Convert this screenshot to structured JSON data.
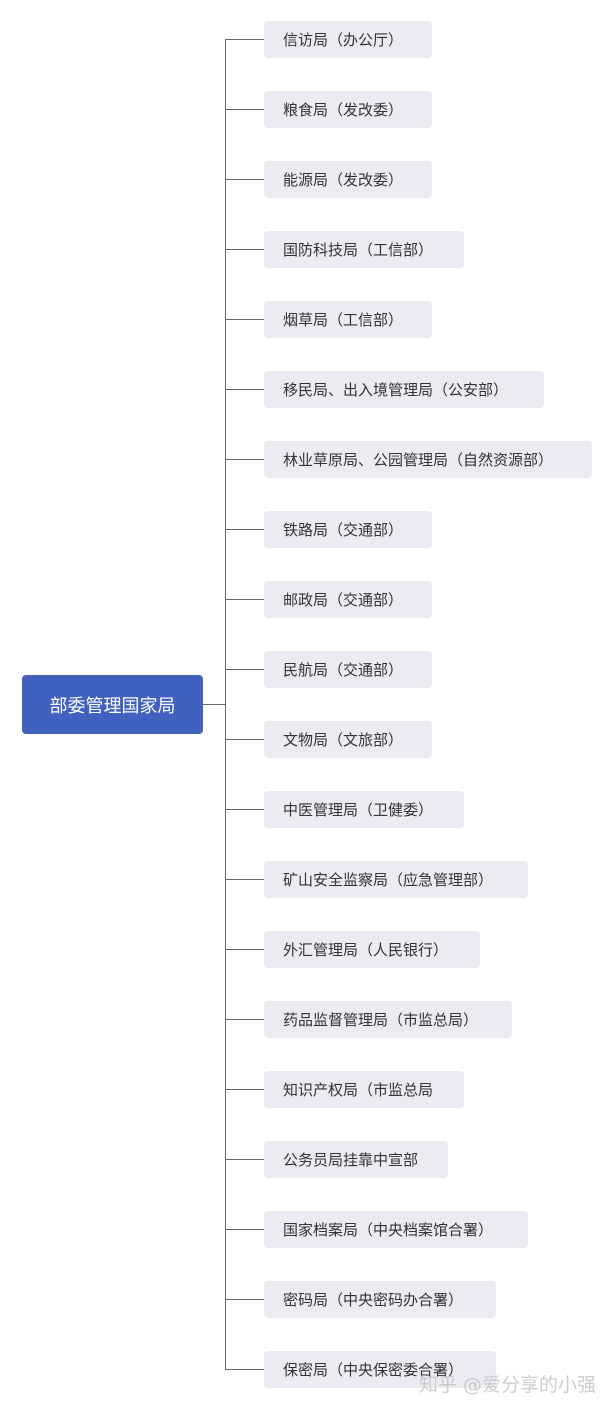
{
  "root": {
    "label": "部委管理国家局"
  },
  "children": [
    "信访局（办公厅）",
    "粮食局（发改委）",
    "能源局（发改委）",
    "国防科技局（工信部）",
    "烟草局（工信部）",
    "移民局、出入境管理局（公安部）",
    "林业草原局、公园管理局（自然资源部）",
    "铁路局（交通部）",
    "邮政局（交通部）",
    "民航局（交通部）",
    "文物局（文旅部）",
    "中医管理局（卫健委）",
    "矿山安全监察局（应急管理部）",
    "外汇管理局（人民银行）",
    "药品监督管理局（市监总局）",
    "知识产权局（市监总局",
    "公务员局挂靠中宣部",
    "国家档案局（中央档案馆合署）",
    "密码局（中央密码办合署）",
    "保密局（中央保密委合署）"
  ],
  "watermark": "知乎 @爱分享的小强",
  "colors": {
    "root": "#4061bf",
    "node": "#ebebf2",
    "line": "#666666"
  }
}
